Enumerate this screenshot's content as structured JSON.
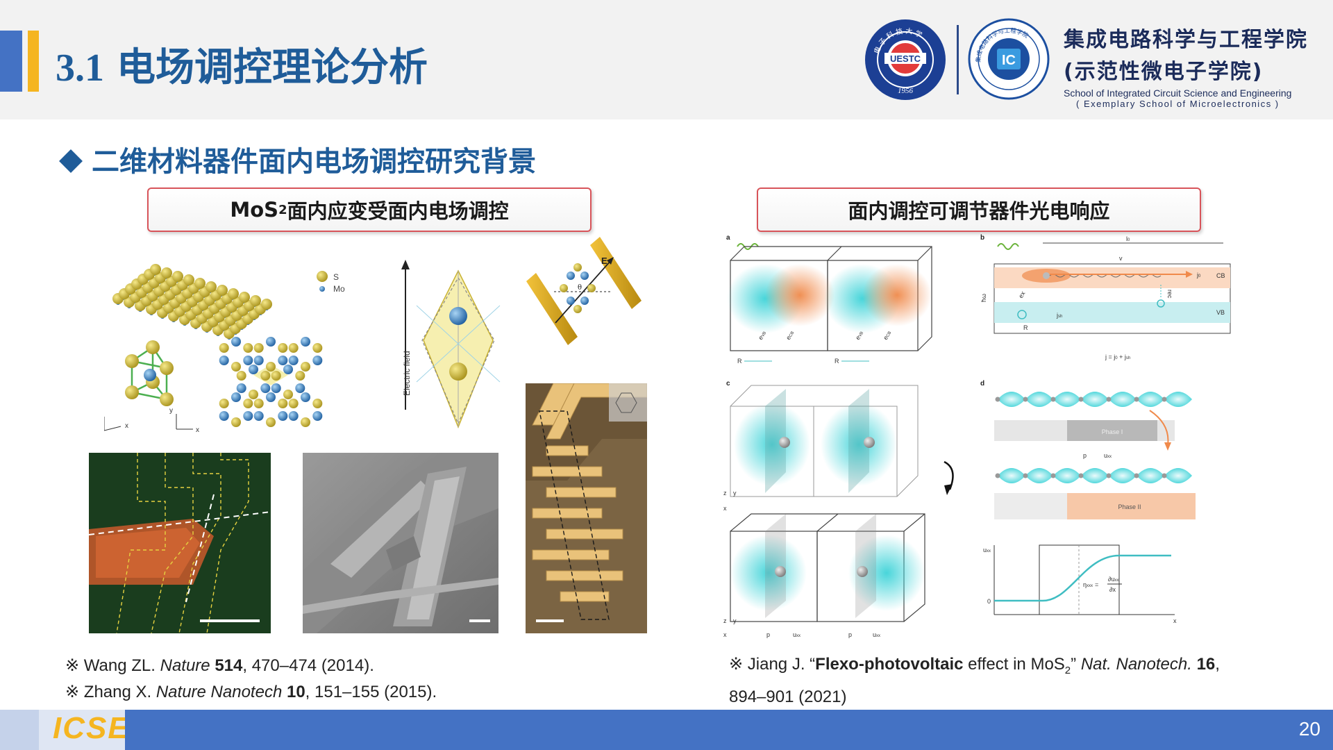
{
  "header": {
    "title_number": "3.1",
    "title_text": "电场调控理论分析",
    "school_cn_line1": "集成电路科学与工程学院",
    "school_cn_line2": "(示范性微电子学院)",
    "school_en_line1": "School of Integrated Circuit Science and Engineering",
    "school_en_line2": "( Exemplary School of Microelectronics )",
    "uestc_logo_text": "UESTC",
    "uestc_logo_year": "1956",
    "uestc_logo_arc": "电 子 科 技 大 学",
    "icse_logo_text": "IC",
    "icse_logo_arc_cn": "集成电路科学与工程学院"
  },
  "section_heading": "二维材料器件面内电场调控研究背景",
  "left_box": {
    "prefix": "MoS",
    "sub": "2",
    "suffix": "面内应变受面内电场调控"
  },
  "right_box": {
    "label": "面内调控可调节器件光电响应"
  },
  "figure_labels": {
    "legend_s": "S",
    "legend_mo": "Mo",
    "axis_z": "z",
    "axis_x": "x",
    "axis_y": "y",
    "electric_field": "Electric field",
    "field_e": "E",
    "theta": "θ",
    "panel_a": "a",
    "panel_b": "b",
    "panel_c": "c",
    "panel_d": "d",
    "e_vb": "e",
    "e_vb_sub": "VB",
    "e_cb": "e",
    "e_cb_sub": "CB",
    "r_vec": "R",
    "l0": "l",
    "l0_sub": "0",
    "v_bar": "v",
    "cb": "CB",
    "vb": "VB",
    "j0": "j",
    "j0_sub": "0",
    "jsh": "j",
    "jsh_sub": "sh",
    "j_total": "j = j",
    "j_total_rest": " + j",
    "j_rec": "rec",
    "hw": "ħω",
    "ex": "ex",
    "phase1": "Phase I",
    "phase2": "Phase II",
    "p": "p",
    "uxx": "u",
    "uxx_sub": "xx",
    "zero": "0",
    "eta": "η",
    "eta_sub": "xxx",
    "eq": "=",
    "du": "∂u",
    "du_sub": "xx",
    "dx": "∂x"
  },
  "refs_left": [
    {
      "mark": "※ ",
      "author": "Wang ZL. ",
      "journal": "Nature",
      "volume": " 514",
      "rest": ", 470–474 (2014)."
    },
    {
      "mark": "※ ",
      "author": "Zhang X. ",
      "journal": "Nature Nanotech",
      "volume": " 10",
      "rest": ", 151–155 (2015)."
    }
  ],
  "refs_right": {
    "mark": "※ ",
    "author": "Jiang J.  “",
    "title_bold": "Flexo-photovoltaic",
    "title_rest": " effect in MoS",
    "title_sub": "2",
    "close_quote": "”  ",
    "journal": "Nat. Nanotech.",
    "volume": " 16",
    "rest_line1": ",",
    "line2": "894–901 (2021)"
  },
  "footer": {
    "brand": "ICSE",
    "page_number": "20"
  },
  "colors": {
    "title_blue": "#1f5c99",
    "accent_gold": "#f5b520",
    "footer_blue": "#4472c4",
    "box_border_red": "#d8545a",
    "s_atom": "#c9b233",
    "mo_atom": "#3a86c8",
    "cyan_cloud": "#3fd3d8",
    "orange_cloud": "#f08a4b"
  }
}
